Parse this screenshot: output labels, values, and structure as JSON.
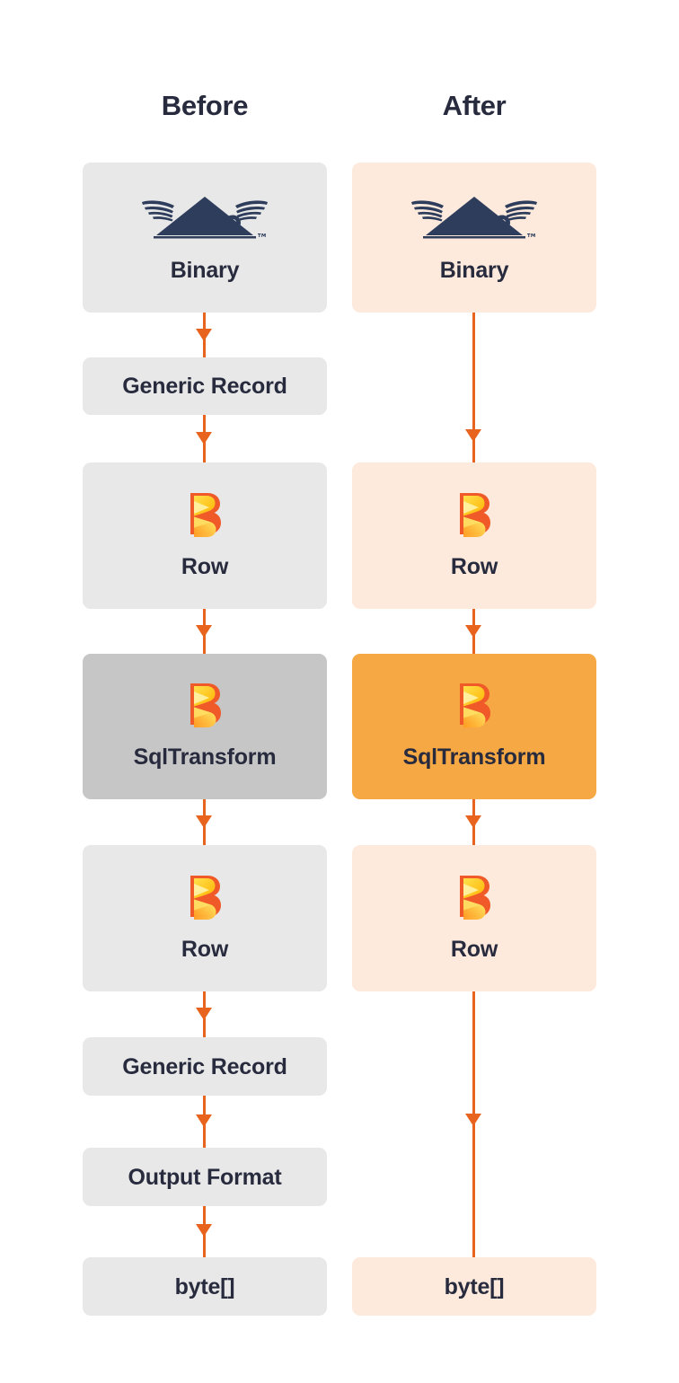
{
  "diagram": {
    "title_before": "Before",
    "title_after": "After",
    "accent_arrow_color": "#e8641e",
    "text_color": "#272b3d",
    "colors": {
      "neutral_box": "#e8e8e8",
      "neutral_box_highlight": "#c6c6c6",
      "accent_box": "#fdeadd",
      "accent_box_highlight": "#f6a844",
      "background": "#ffffff"
    },
    "columns": [
      {
        "name": "before",
        "heading": "Before",
        "nodes": [
          {
            "label": "Binary",
            "icon": "avro-logo",
            "variant": "neutral",
            "highlight": false
          },
          {
            "label": "Generic Record",
            "icon": null,
            "variant": "neutral",
            "highlight": false
          },
          {
            "label": "Row",
            "icon": "beam-logo",
            "variant": "neutral",
            "highlight": false
          },
          {
            "label": "SqlTransform",
            "icon": "beam-logo",
            "variant": "neutral",
            "highlight": true
          },
          {
            "label": "Row",
            "icon": "beam-logo",
            "variant": "neutral",
            "highlight": false
          },
          {
            "label": "Generic Record",
            "icon": null,
            "variant": "neutral",
            "highlight": false
          },
          {
            "label": "Output Format",
            "icon": null,
            "variant": "neutral",
            "highlight": false
          },
          {
            "label": "byte[]",
            "icon": null,
            "variant": "neutral",
            "highlight": false
          }
        ]
      },
      {
        "name": "after",
        "heading": "After",
        "nodes": [
          {
            "label": "Binary",
            "icon": "avro-logo",
            "variant": "accent",
            "highlight": false
          },
          {
            "label": "Row",
            "icon": "beam-logo",
            "variant": "accent",
            "highlight": false
          },
          {
            "label": "SqlTransform",
            "icon": "beam-logo",
            "variant": "accent",
            "highlight": true
          },
          {
            "label": "Row",
            "icon": "beam-logo",
            "variant": "accent",
            "highlight": false
          },
          {
            "label": "byte[]",
            "icon": null,
            "variant": "accent",
            "highlight": false
          }
        ]
      }
    ]
  }
}
